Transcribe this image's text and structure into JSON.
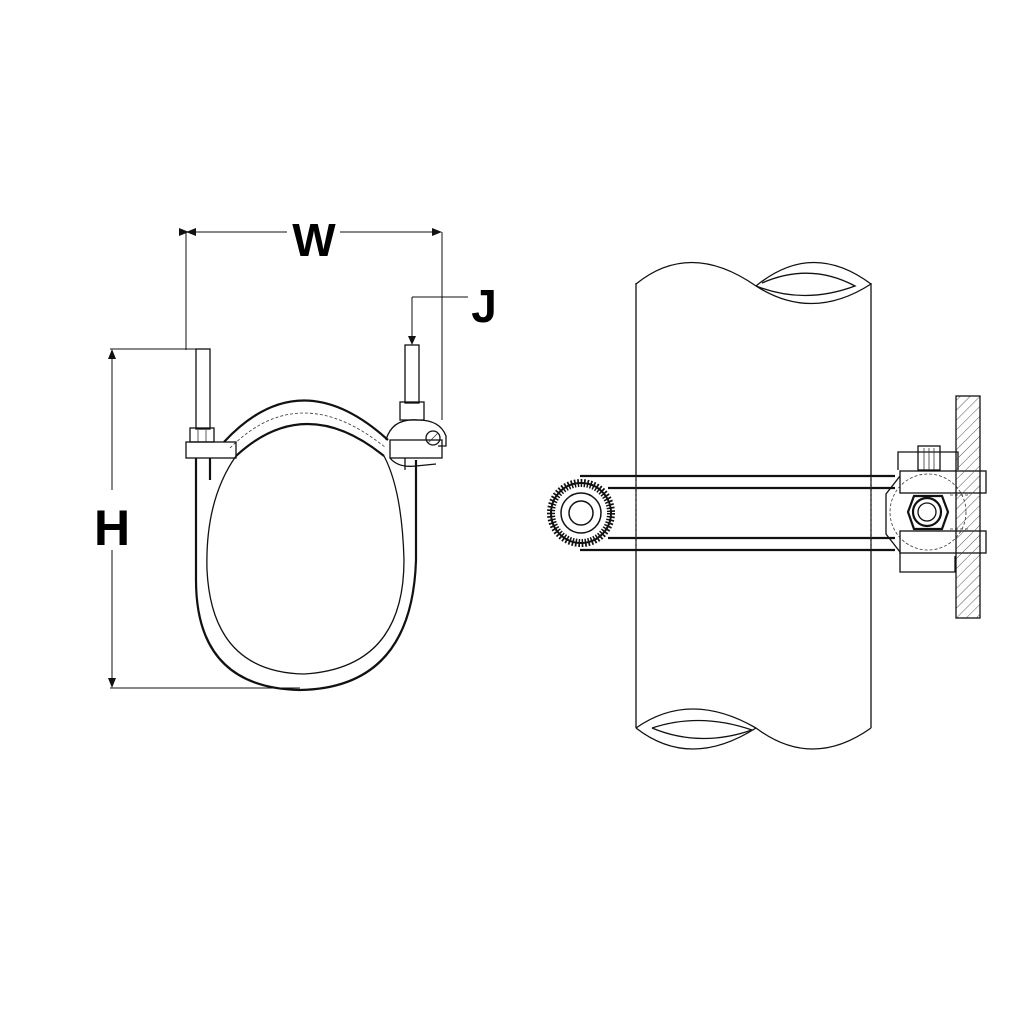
{
  "diagram": {
    "type": "technical-drawing",
    "subject": "pipe clamp",
    "views": [
      {
        "id": "front-view",
        "description": "clamp front view with dimensions"
      },
      {
        "id": "side-view",
        "description": "clamp mounted on pipe against wall"
      }
    ],
    "dimensions": {
      "width_label": "W",
      "height_label": "H",
      "rod_label": "J"
    },
    "colors": {
      "line": "#111111",
      "background": "#ffffff"
    }
  }
}
